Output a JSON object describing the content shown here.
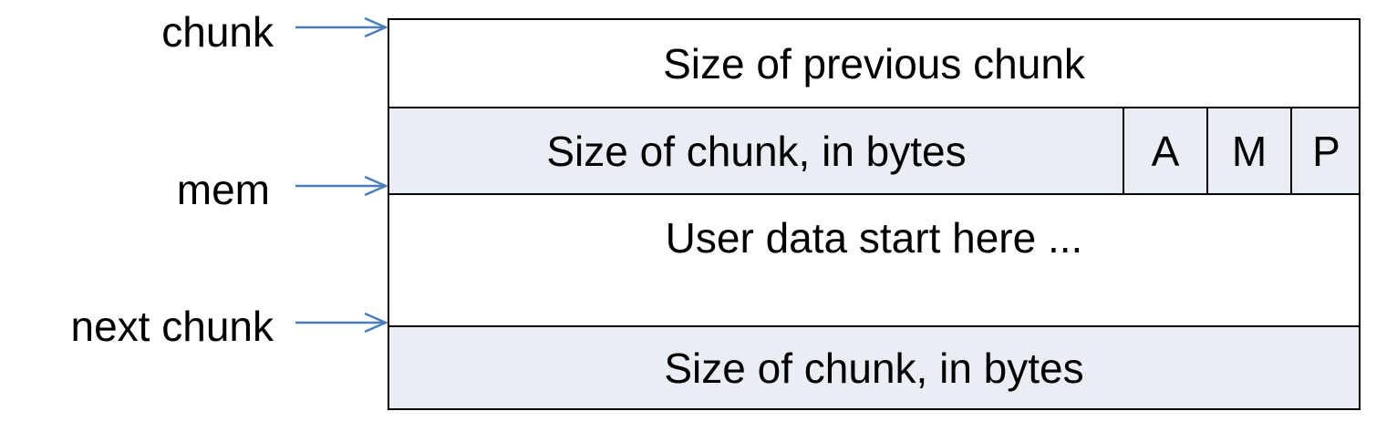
{
  "pointers": {
    "chunk": "chunk",
    "mem": "mem",
    "next_chunk": "next chunk"
  },
  "fields": {
    "prev_size": "Size of previous chunk",
    "size": "Size of chunk, in bytes",
    "flag_a": "A",
    "flag_m": "M",
    "flag_p": "P",
    "user_data": "User data start here ...",
    "next_size": "Size of chunk, in bytes"
  },
  "colors": {
    "arrow": "#4a7ebb",
    "shaded_row": "#e8eef3"
  }
}
